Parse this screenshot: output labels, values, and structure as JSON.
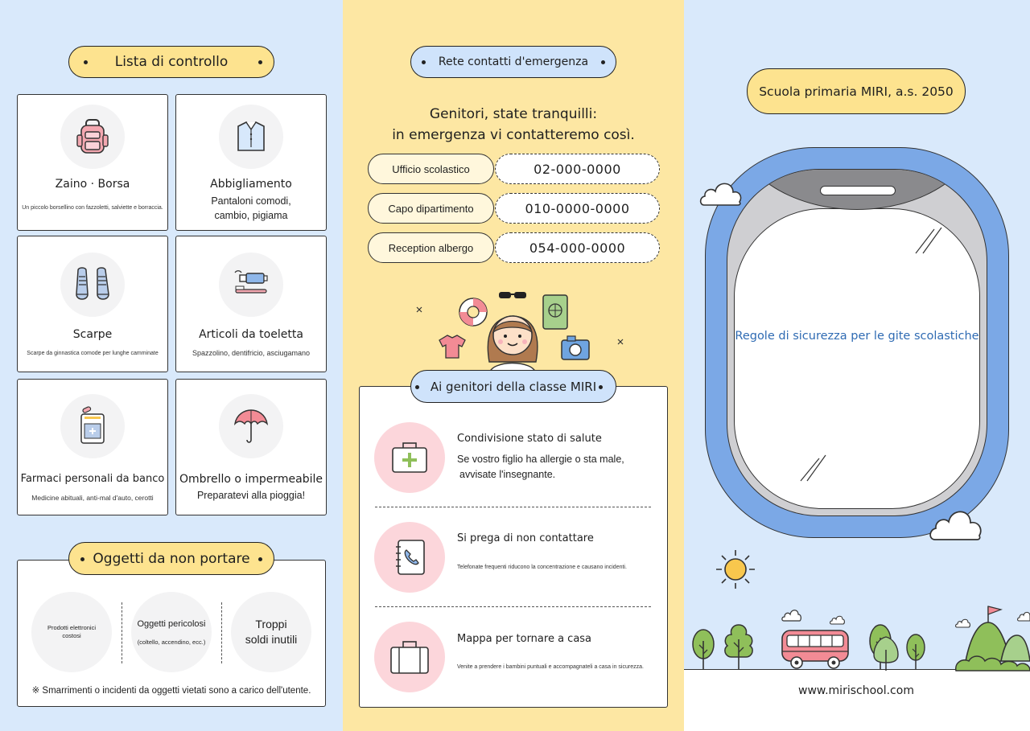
{
  "left": {
    "checklist_title": "Lista di controllo",
    "items": [
      {
        "title": "Zaino · Borsa",
        "desc": "Un piccolo borsellino con fazzoletti, salviette e borraccia.",
        "icon": "backpack-icon"
      },
      {
        "title": "Abbigliamento",
        "desc": "Pantaloni comodi, cambio, pigiama",
        "icon": "shirt-icon"
      },
      {
        "title": "Scarpe",
        "desc": "Scarpe da ginnastica comode per lunghe camminate",
        "icon": "shoes-icon"
      },
      {
        "title": "Articoli da toeletta",
        "desc": "Spazzolino, dentifricio, asciugamano",
        "icon": "toothbrush-icon"
      },
      {
        "title": "Farmaci personali da banco",
        "desc": "Medicine abituali, anti-mal d'auto, cerotti",
        "icon": "medicine-icon"
      },
      {
        "title": "Ombrello o impermeabile",
        "desc": "Preparatevi alla pioggia!",
        "icon": "umbrella-icon"
      }
    ],
    "no_bring_title": "Oggetti da non portare",
    "no_bring": [
      {
        "title": "Prodotti elettronici costosi",
        "sub": ""
      },
      {
        "title": "Oggetti pericolosi",
        "sub": "(coltello, accendino, ecc.)"
      },
      {
        "title": "Troppi soldi inutili",
        "sub": ""
      }
    ],
    "no_bring_note": "※ Smarrimenti o incidenti da oggetti vietati sono a carico dell'utente."
  },
  "middle": {
    "contacts_title": "Rete contatti d'emergenza",
    "headline_1": "Genitori, state tranquilli:",
    "headline_2": "in emergenza vi contatteremo così.",
    "contacts": [
      {
        "label": "Ufficio scolastico",
        "number": "02-000-0000"
      },
      {
        "label": "Capo dipartimento",
        "number": "010-0000-0000"
      },
      {
        "label": "Reception albergo",
        "number": "054-000-0000"
      }
    ],
    "parents_title": "Ai genitori della classe MIRI",
    "notices": [
      {
        "title": "Condivisione stato di salute",
        "desc_1": "Se vostro figlio ha allergie o sta male,",
        "desc_2": "avvisate l'insegnante.",
        "icon": "first-aid-kit-icon"
      },
      {
        "title": "Si prega di non contattare",
        "desc": "Telefonate frequenti riducono la concentrazione e causano incidenti.",
        "icon": "phone-book-icon"
      },
      {
        "title": "Mappa per tornare a casa",
        "desc": "Venite a prendere i bambini puntuali e accompagnateli a casa in sicurezza.",
        "icon": "suitcase-icon"
      }
    ]
  },
  "right": {
    "school": "Scuola primaria MIRI, a.s. 2050",
    "cover_title": "Regole di sicurezza per le gite scolastiche",
    "website": "www.mirischool.com"
  },
  "colors": {
    "blue_bg": "#d9e9fb",
    "yellow_bg": "#fde7a3",
    "pill": "#fde38f",
    "pink": "#fcd6db",
    "window_blue": "#7ba8e6",
    "link_text": "#2f6bb3"
  }
}
